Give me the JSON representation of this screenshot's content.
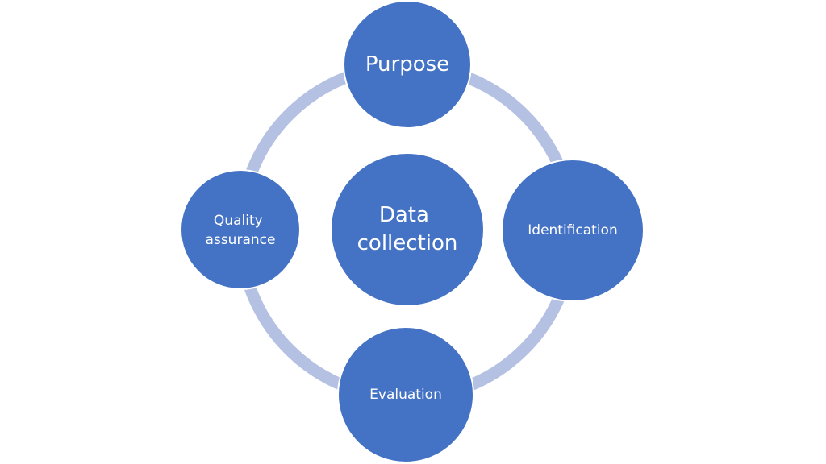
{
  "colors": {
    "node_fill": "#4472C4",
    "ring": "#B4C1E2",
    "text": "#FFFFFF",
    "background": "#FFFFFF"
  },
  "center": {
    "lines": [
      "Data",
      "collection"
    ]
  },
  "cycle": [
    {
      "id": "purpose",
      "lines": [
        "Purpose"
      ]
    },
    {
      "id": "identification",
      "lines": [
        "Identification"
      ]
    },
    {
      "id": "evaluation",
      "lines": [
        "Evaluation"
      ]
    },
    {
      "id": "quality-assurance",
      "lines": [
        "Quality",
        "assurance"
      ]
    }
  ]
}
